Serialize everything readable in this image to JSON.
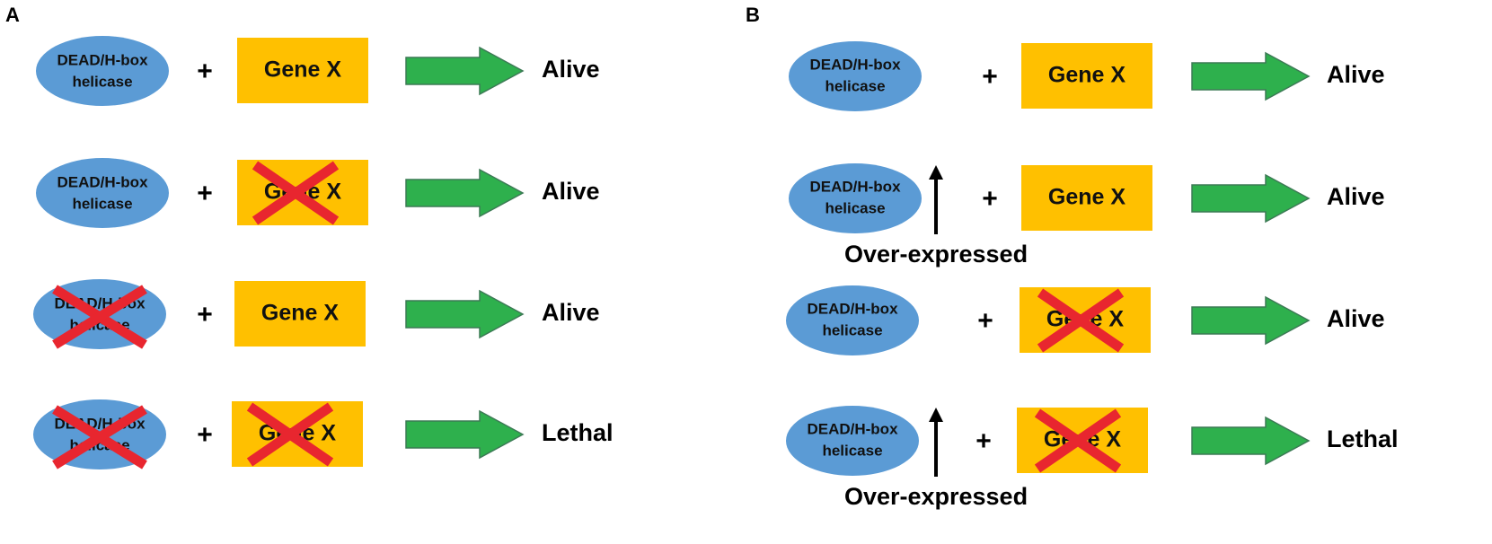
{
  "panel_a": {
    "label": "A",
    "rows": [
      {
        "helicase_line1": "DEAD/H-box",
        "helicase_line2": "helicase",
        "helicase_knockout": false,
        "plus": "+",
        "gene": "Gene X",
        "gene_knockout": false,
        "outcome": "Alive"
      },
      {
        "helicase_line1": "DEAD/H-box",
        "helicase_line2": "helicase",
        "helicase_knockout": false,
        "plus": "+",
        "gene": "Gene X",
        "gene_knockout": true,
        "outcome": "Alive"
      },
      {
        "helicase_line1": "DEAD/H-box",
        "helicase_line2": "helicase",
        "helicase_knockout": true,
        "plus": "+",
        "gene": "Gene X",
        "gene_knockout": false,
        "outcome": "Alive"
      },
      {
        "helicase_line1": "DEAD/H-box",
        "helicase_line2": "helicase",
        "helicase_knockout": true,
        "plus": "+",
        "gene": "Gene X",
        "gene_knockout": true,
        "outcome": "Lethal"
      }
    ]
  },
  "panel_b": {
    "label": "B",
    "rows": [
      {
        "helicase_line1": "DEAD/H-box",
        "helicase_line2": "helicase",
        "overexpressed": false,
        "plus": "+",
        "gene": "Gene X",
        "gene_knockout": false,
        "outcome": "Alive"
      },
      {
        "helicase_line1": "DEAD/H-box",
        "helicase_line2": "helicase",
        "overexpressed": true,
        "overexpressed_label": "Over-expressed",
        "plus": "+",
        "gene": "Gene X",
        "gene_knockout": false,
        "outcome": "Alive"
      },
      {
        "helicase_line1": "DEAD/H-box",
        "helicase_line2": "helicase",
        "overexpressed": false,
        "plus": "+",
        "gene": "Gene X",
        "gene_knockout": true,
        "outcome": "Alive"
      },
      {
        "helicase_line1": "DEAD/H-box",
        "helicase_line2": "helicase",
        "overexpressed": true,
        "overexpressed_label": "Over-expressed",
        "plus": "+",
        "gene": "Gene X",
        "gene_knockout": true,
        "outcome": "Lethal"
      }
    ]
  },
  "colors": {
    "helicase_fill": "#5b9bd5",
    "gene_fill": "#ffc000",
    "arrow_fill": "#2eb04d",
    "knockout_cross": "#e8262f"
  }
}
